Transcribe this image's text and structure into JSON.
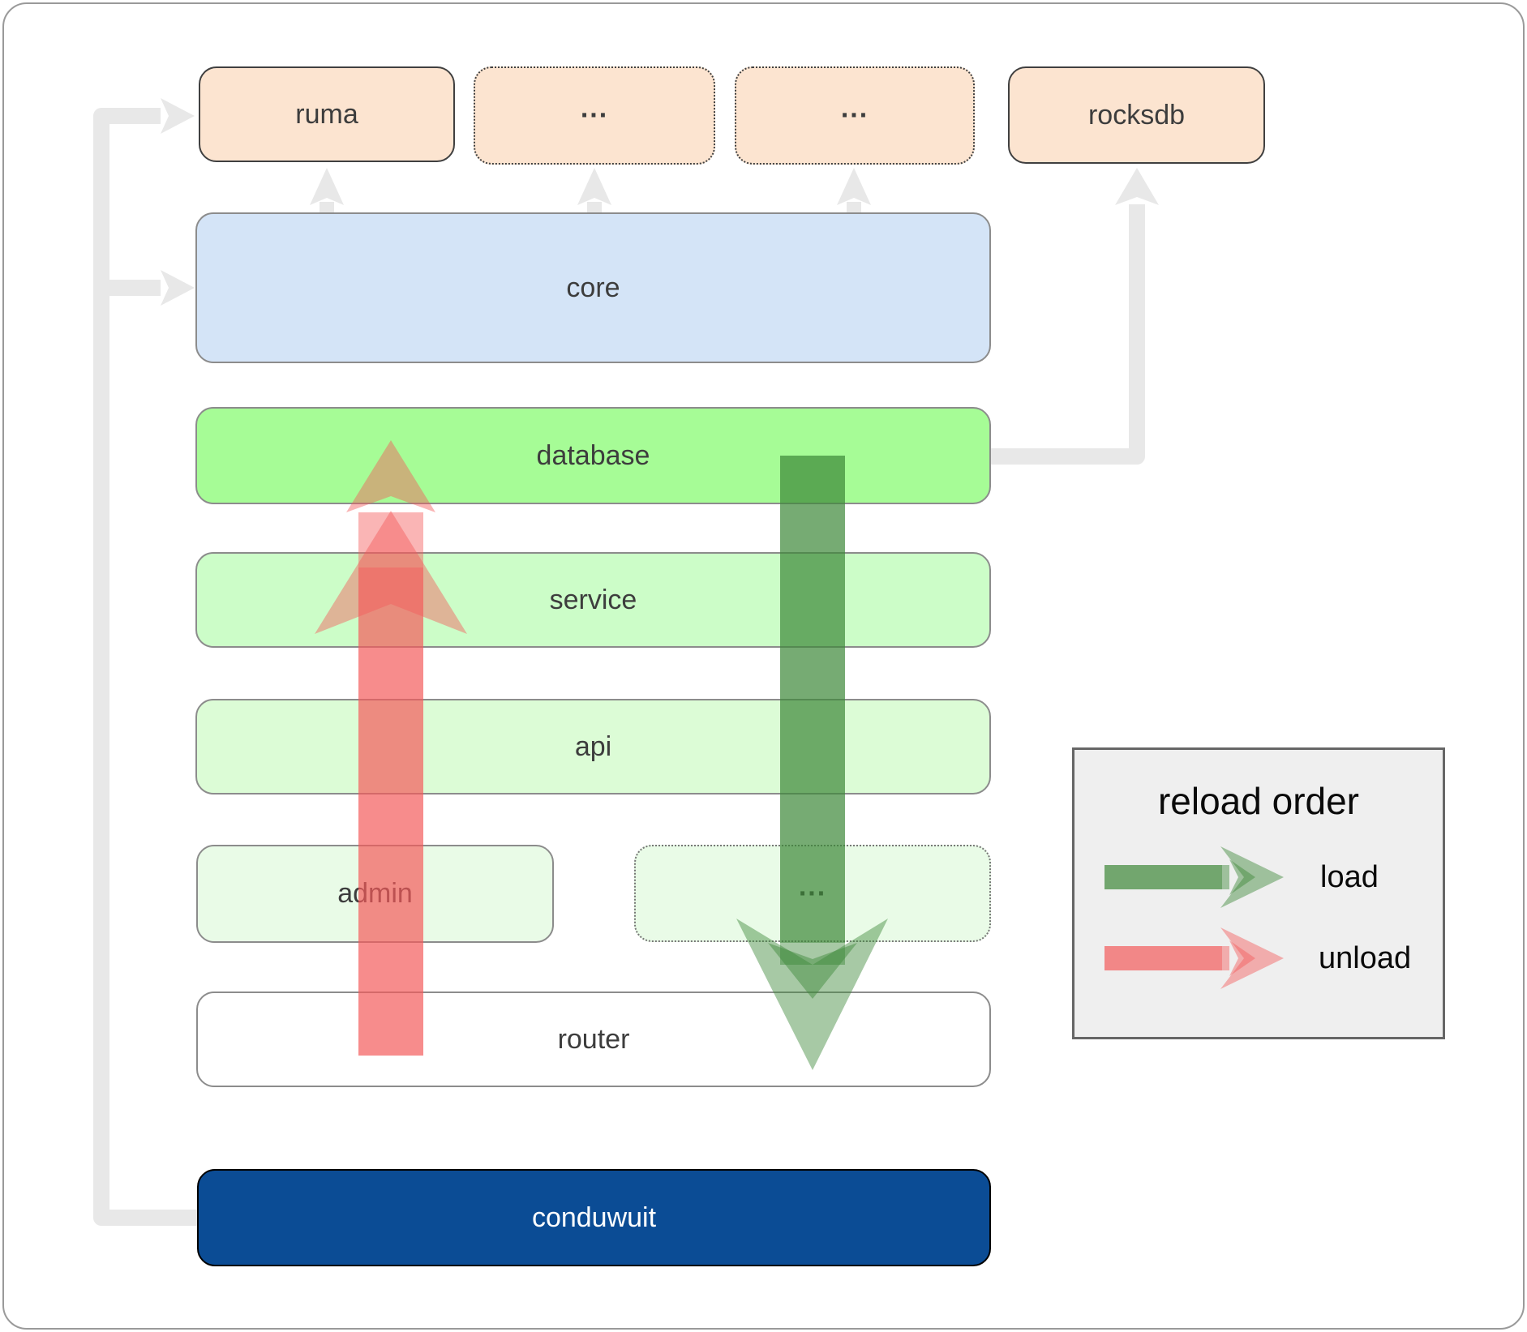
{
  "diagram": {
    "nodes": {
      "ruma": "ruma",
      "ellipsis_top_1": "...",
      "ellipsis_top_2": "...",
      "rocksdb": "rocksdb",
      "core": "core",
      "database": "database",
      "service": "service",
      "api": "api",
      "admin": "admin",
      "ellipsis_admin": "...",
      "router": "router",
      "conduwuit": "conduwuit"
    },
    "legend": {
      "title": "reload order",
      "load_label": "load",
      "unload_label": "unload"
    },
    "colors": {
      "node_peach": "#fce4d0",
      "core_blue": "#d4e4f7",
      "database_green": "#a6fc96",
      "service_green": "#ccfdc8",
      "api_green": "#dcfcd6",
      "admin_green": "#e9fbe7",
      "router_white": "#ffffff",
      "conduwuit_blue": "#0b4c95",
      "connector_gray": "#e8e8e8",
      "load_green": "#3c8737",
      "unload_red": "#f55a5a",
      "legend_bg": "#efefef"
    }
  }
}
